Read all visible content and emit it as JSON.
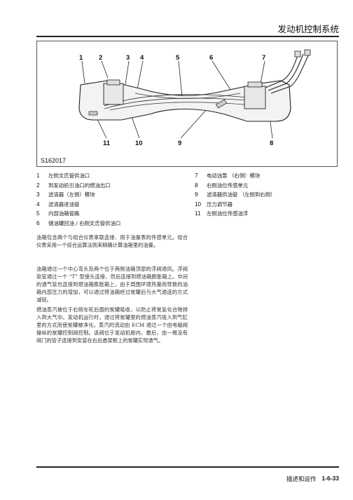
{
  "header": {
    "title": "发动机控制系统"
  },
  "figure": {
    "id": "S162017",
    "callouts_top": [
      "1",
      "2",
      "3",
      "4",
      "5",
      "6",
      "7"
    ],
    "callouts_bottom": [
      "11",
      "10",
      "9",
      "8"
    ]
  },
  "legend_left": [
    {
      "num": "1",
      "text": "左侧文氏管供油口"
    },
    {
      "num": "2",
      "text": "到发动机引油口的燃油出口"
    },
    {
      "num": "3",
      "text": "滤清器（左侧）模块"
    },
    {
      "num": "4",
      "text": "滤清器进油管"
    },
    {
      "num": "5",
      "text": "内部油箱管路"
    },
    {
      "num": "6",
      "text": "储油罐回油 / 右侧文氏管供油口"
    }
  ],
  "legend_right": [
    {
      "num": "7",
      "text": "电动油泵 （右侧）模块"
    },
    {
      "num": "8",
      "text": "右侧油位传感单元"
    },
    {
      "num": "9",
      "text": "滤清器供油管 （左侧到右侧）"
    },
    {
      "num": "10",
      "text": "压力调节器"
    },
    {
      "num": "11",
      "text": "左侧油位传感油浮"
    }
  ],
  "paragraphs": [
    "油箱包含两个与组合仪表串联连接、用于油量表的传感单元。组合仪表采用一个综合运算法则来精确计算油箱里的油量。",
    "油箱通过一个中心弯头及两个位于两侧油箱顶部的浮阀通风。浮阀软管通过一个 “T” 型接头连接，然后连接到燃油箱膨胀箱上。中间的通气管也连接到燃油箱膨胀箱上，由于周围环境热量而导致的油箱内部压力的增加，可以通过将油箱经过炭罐后与大气通连的方式减轻。",
    "燃油蒸汽被位于右侧车轮后面的炭罐吸收，以防止将炭氢化合物排入到大气中。发动机运行时，通过将炭罐里的燃油蒸汽吸入到气缸里的方式而使炭罐被净化。蒸汽的流动由 ECM 通过一个由电磁阀操纵的炭罐控制阀控制。该阀位于发动机舱内。最后，由一根没有阀门的管子连接到安装在右后悬架框上的炭罐实现通气。"
  ],
  "footer": {
    "section": "描述和运作",
    "page": "1-6-33"
  },
  "colors": {
    "text": "#222222",
    "rule": "#222222"
  }
}
